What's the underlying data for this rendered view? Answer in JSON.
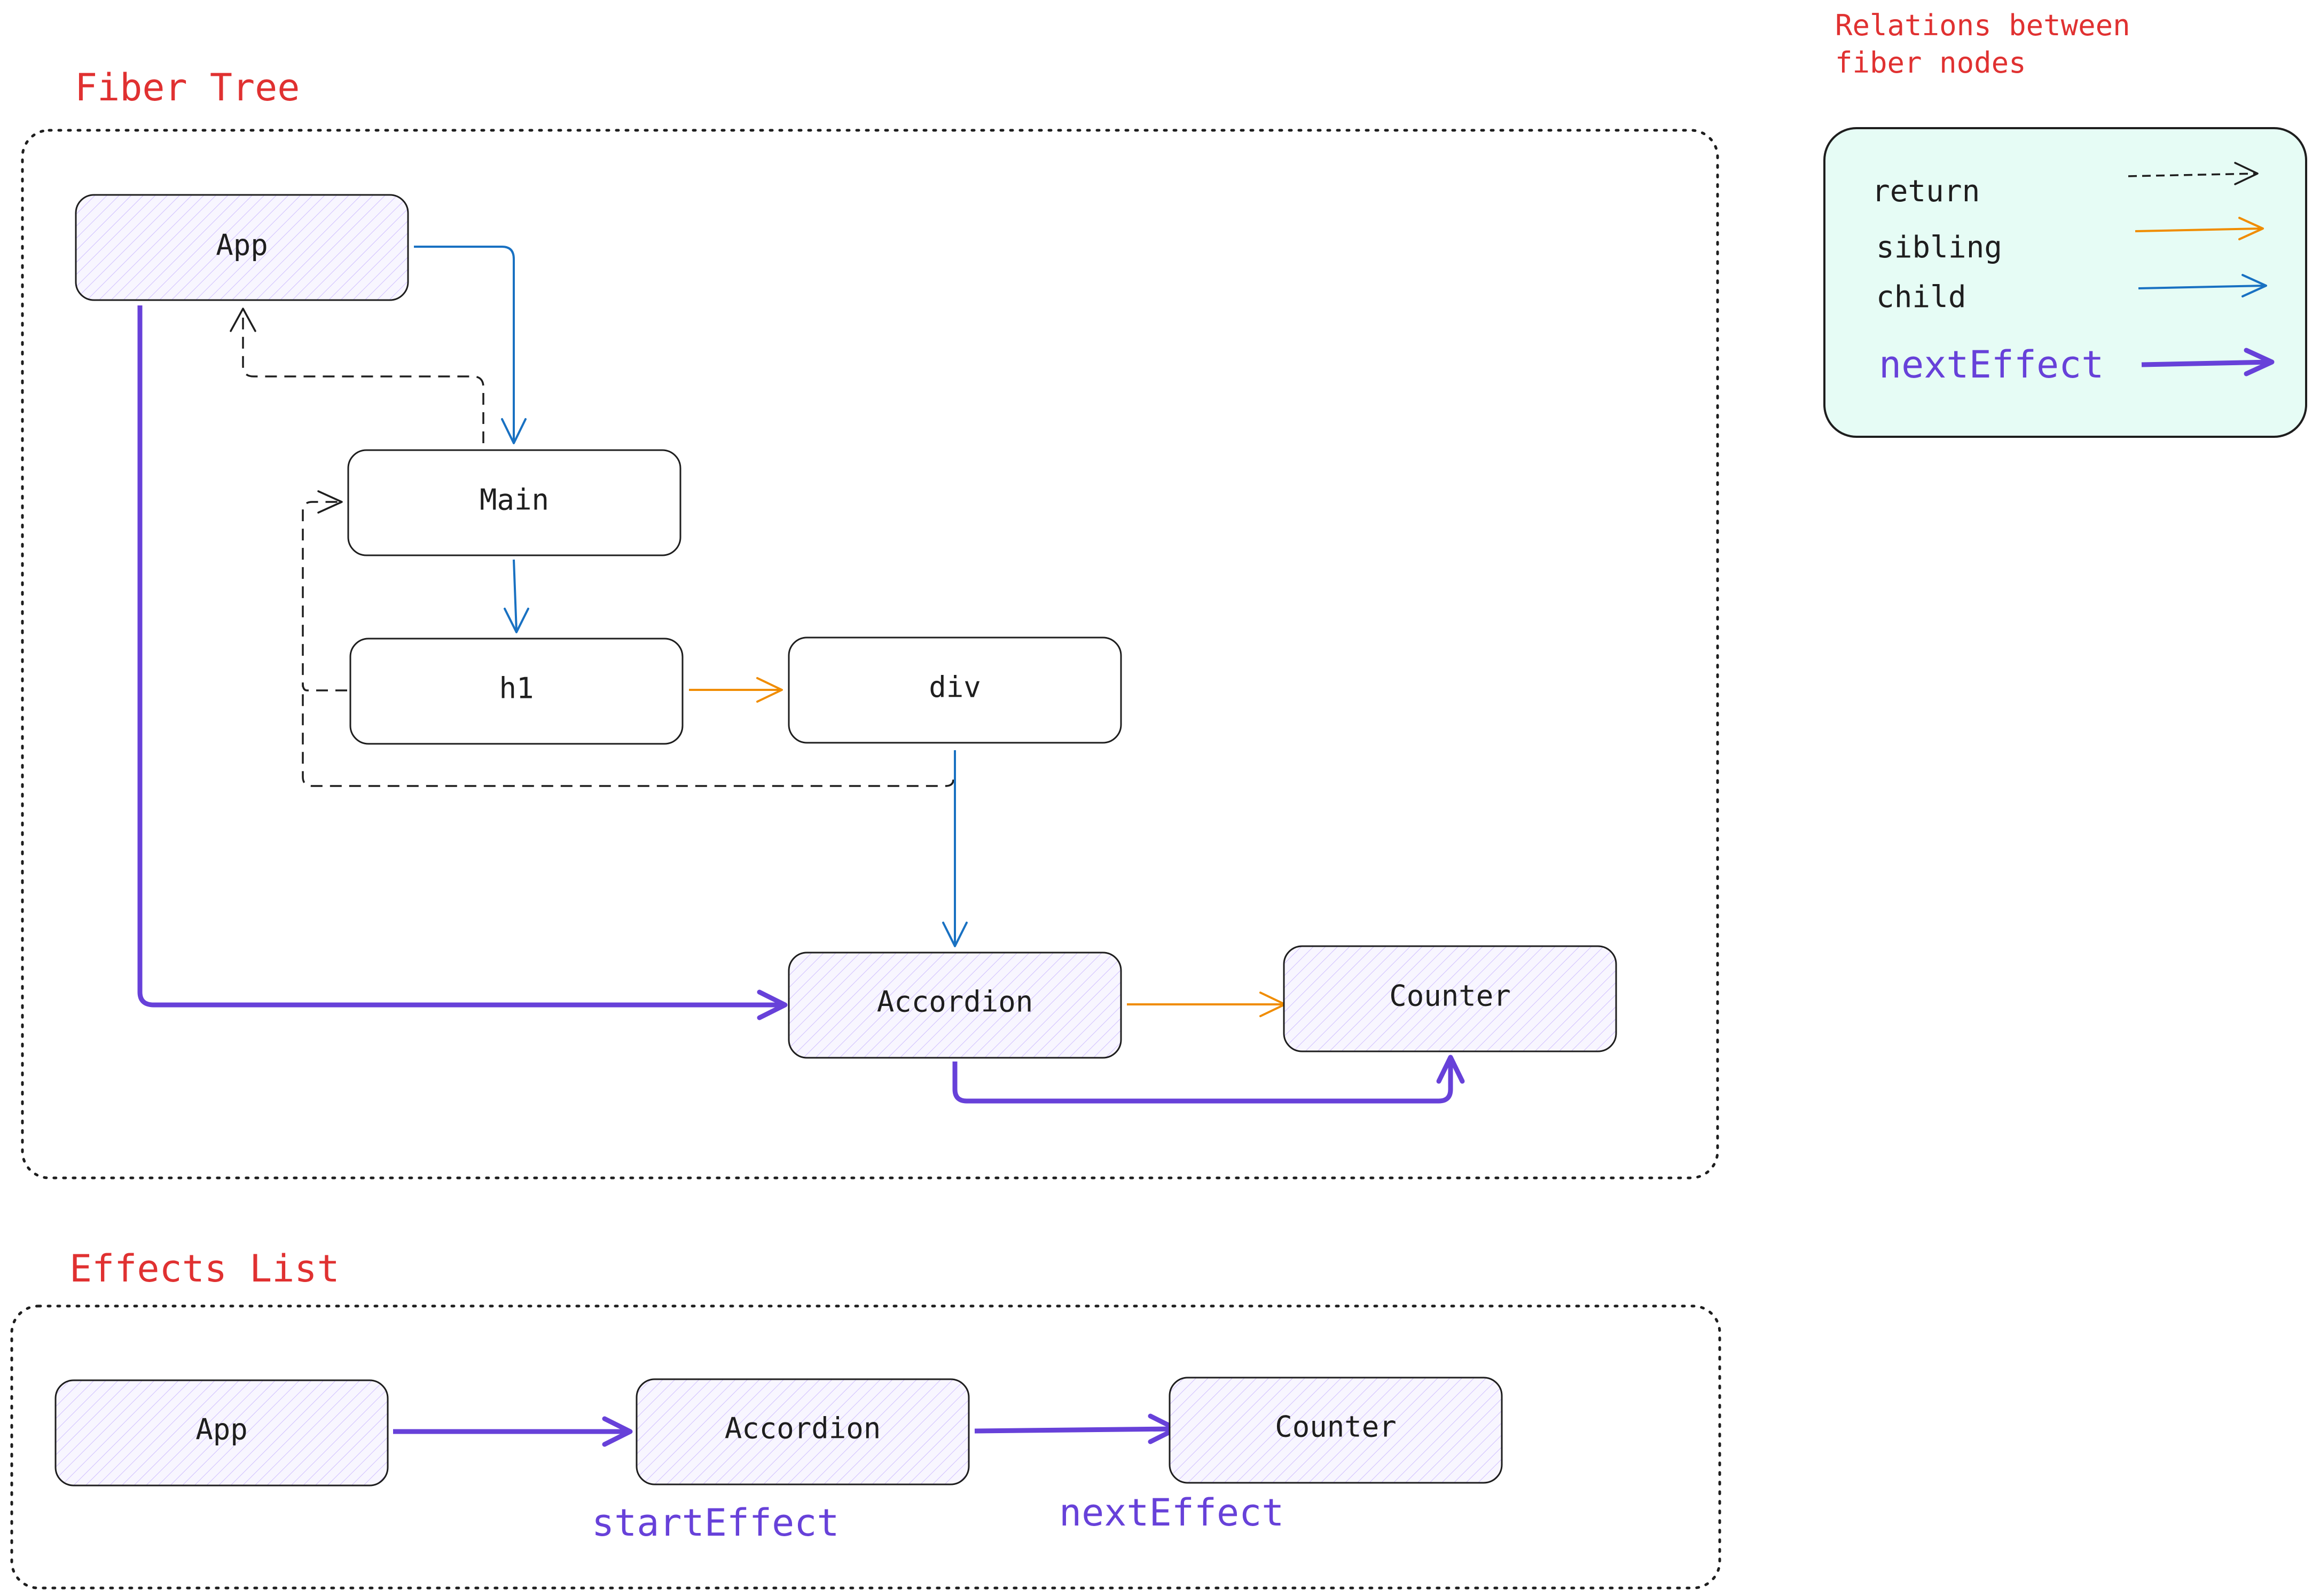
{
  "fiber_tree": {
    "title": "Fiber Tree",
    "nodes": {
      "app": "App",
      "main": "Main",
      "h1": "h1",
      "div": "div",
      "accordion": "Accordion",
      "counter": "Counter"
    }
  },
  "effects_list": {
    "title": "Effects List",
    "nodes": {
      "app": "App",
      "accordion": "Accordion",
      "counter": "Counter"
    },
    "start_label": "startEffect",
    "next_label": "nextEffect"
  },
  "legend": {
    "title_line1": "Relations between",
    "title_line2": "fiber nodes",
    "return_label": "return",
    "sibling_label": "sibling",
    "child_label": "child",
    "next_effect_label": "nextEffect"
  },
  "colors": {
    "title": "#e03131",
    "child": "#1971c2",
    "sibling": "#f08c00",
    "return": "#1e1e1e",
    "next_effect": "#6741d9",
    "effect_node_fill": "#f3f0ff",
    "legend_fill": "#e6fcf5"
  }
}
